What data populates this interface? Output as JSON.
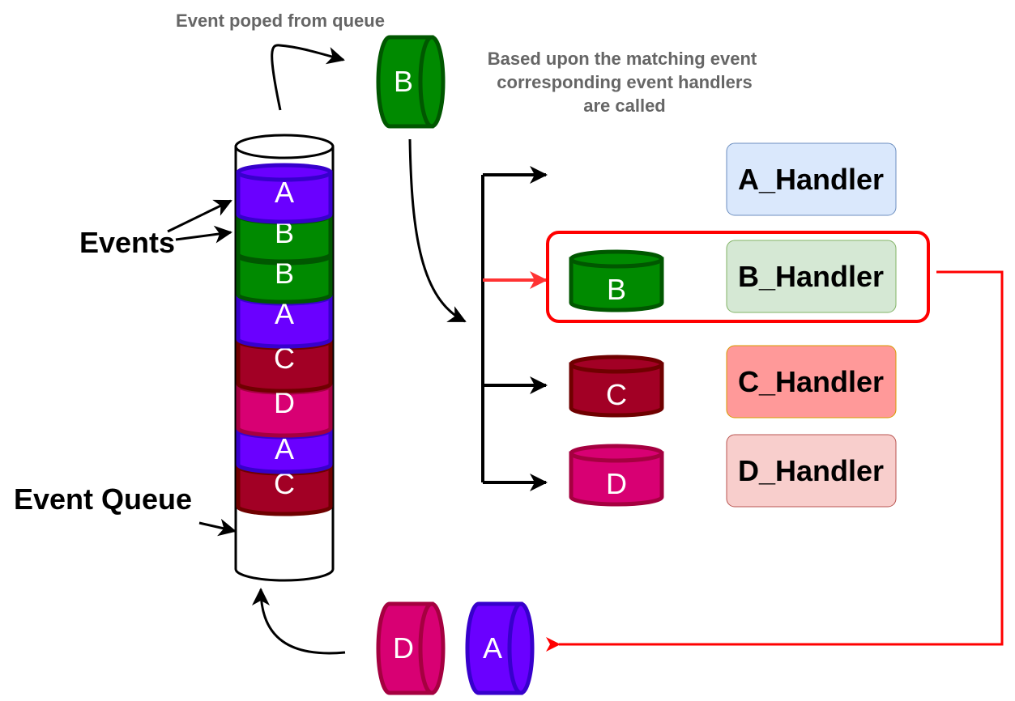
{
  "labels": {
    "popped_caption": "Event poped from queue",
    "note_line1": "Based upon the matching event",
    "note_line2": "corresponding event handlers",
    "note_line3": "are called",
    "events": "Events",
    "event_queue": "Event Queue"
  },
  "colors": {
    "A": {
      "fill": "#6a00ff",
      "stroke": "#3700cc"
    },
    "B": {
      "fill": "#008a00",
      "stroke": "#005700"
    },
    "C": {
      "fill": "#a20025",
      "stroke": "#6f0000"
    },
    "D": {
      "fill": "#d80073",
      "stroke": "#a50040"
    },
    "highlight": "#ff0000"
  },
  "queue_events": [
    "A",
    "B",
    "B",
    "A",
    "C",
    "D",
    "A",
    "C"
  ],
  "popped_event": "B",
  "handlers": [
    {
      "name": "A_Handler",
      "fill": "#dae8fc",
      "stroke": "#6c8ebf"
    },
    {
      "name": "B_Handler",
      "fill": "#d5e8d4",
      "stroke": "#82b366"
    },
    {
      "name": "C_Handler",
      "fill": "#ff9999",
      "stroke": "#d79b00"
    },
    {
      "name": "D_Handler",
      "fill": "#f8cecc",
      "stroke": "#b85450"
    }
  ],
  "dispatched_events": [
    "B",
    "C",
    "D"
  ],
  "incoming_events": [
    "D",
    "A"
  ]
}
